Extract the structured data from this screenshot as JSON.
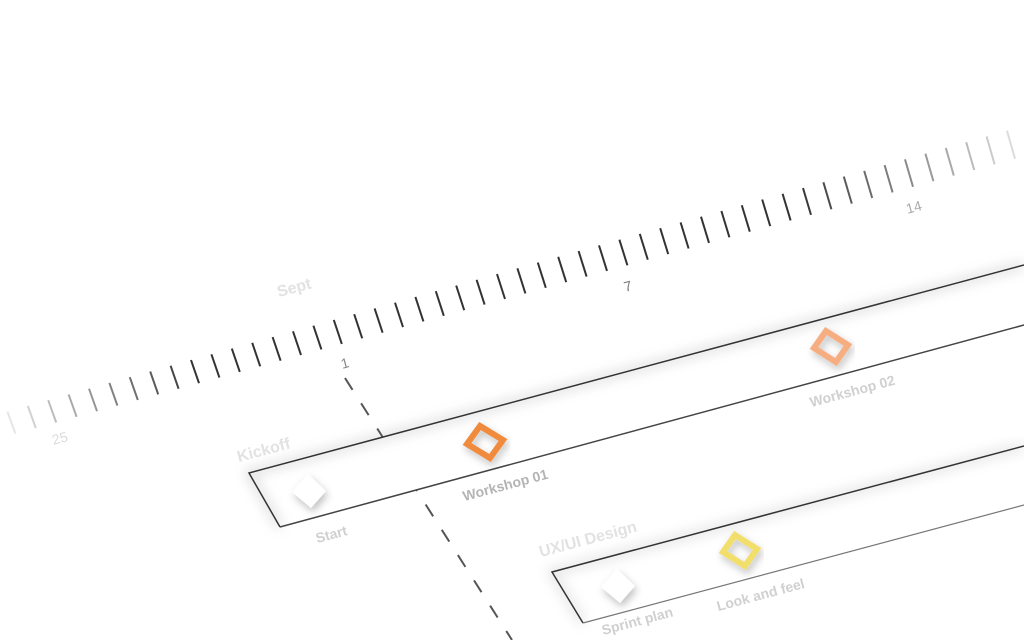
{
  "timeline": {
    "month_label": "Sept",
    "day_labels": [
      {
        "text": "25",
        "color": "#dcdcdc"
      },
      {
        "text": "1",
        "color": "#888888"
      },
      {
        "text": "7",
        "color": "#777777"
      },
      {
        "text": "14",
        "color": "#aaaaaa"
      }
    ]
  },
  "tracks": [
    {
      "title": "Kickoff",
      "milestones": [
        {
          "label": "Start",
          "color": "#ffffff"
        },
        {
          "label": "Workshop 01",
          "color": "#f08a3c"
        },
        {
          "label": "Workshop 02",
          "color": "#f6ae80"
        }
      ]
    },
    {
      "title": "UX/UI Design",
      "milestones": [
        {
          "label": "Sprint plan",
          "color": "#ffffff"
        },
        {
          "label": "Look and feel",
          "color": "#f2de6a"
        }
      ]
    }
  ]
}
